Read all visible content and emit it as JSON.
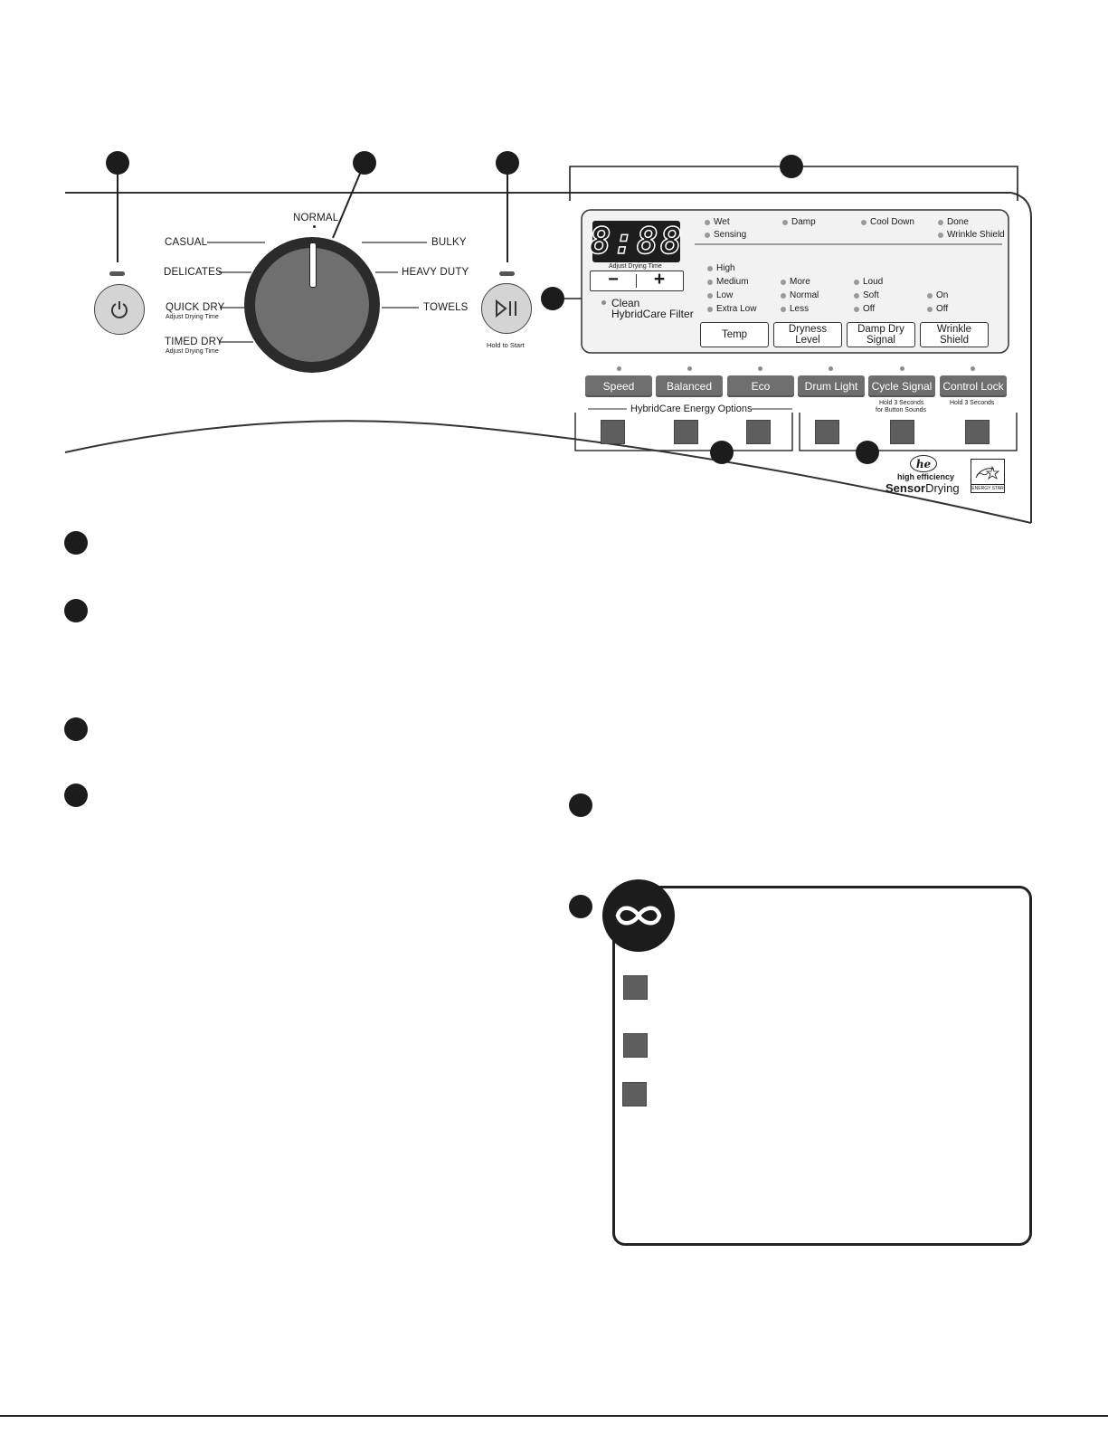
{
  "dial": {
    "normal": "NORMAL",
    "casual": "CASUAL",
    "delicates": "DELICATES",
    "quick_dry": "QUICK DRY",
    "quick_dry_sub": "Adjust Drying Time",
    "timed_dry": "TIMED DRY",
    "timed_dry_sub": "Adjust Drying Time",
    "bulky": "BULKY",
    "heavy_duty": "HEAVY DUTY",
    "towels": "TOWELS"
  },
  "start": {
    "hold_label": "Hold to Start"
  },
  "display": {
    "digits": "8:88",
    "adjust_label": "Adjust Drying Time",
    "minus": "−",
    "plus": "+",
    "clean_filter_line1": "Clean",
    "clean_filter_line2": "HybridCare Filter"
  },
  "status": {
    "wet": "Wet",
    "sensing": "Sensing",
    "damp": "Damp",
    "cool_down": "Cool Down",
    "done": "Done",
    "wrinkle_shield": "Wrinkle Shield"
  },
  "options": {
    "temp": {
      "high": "High",
      "medium": "Medium",
      "low": "Low",
      "extra_low": "Extra Low",
      "label": "Temp"
    },
    "dryness": {
      "more": "More",
      "normal": "Normal",
      "less": "Less",
      "label_1": "Dryness",
      "label_2": "Level"
    },
    "damp_signal": {
      "loud": "Loud",
      "soft": "Soft",
      "off": "Off",
      "label_1": "Damp Dry",
      "label_2": "Signal"
    },
    "wrinkle": {
      "on": "On",
      "off": "Off",
      "label_1": "Wrinkle",
      "label_2": "Shield"
    }
  },
  "energy": {
    "speed": "Speed",
    "balanced": "Balanced",
    "eco": "Eco",
    "group_label": "HybridCare Energy Options"
  },
  "extras": {
    "drum_light": "Drum Light",
    "cycle_signal": "Cycle Signal",
    "cycle_signal_note_1": "Hold 3 Seconds",
    "cycle_signal_note_2": "for Button Sounds",
    "control_lock": "Control Lock",
    "control_lock_note": "Hold 3 Seconds"
  },
  "logos": {
    "he": "he",
    "high_efficiency": "high efficiency",
    "sensor": "Sensor",
    "drying": "Drying",
    "energy_star": "ENERGY STAR"
  },
  "colors": {
    "callout": "#1c1c1c",
    "dial_outer": "#2b2b2b",
    "dial_inner": "#6f6f6f",
    "button_gray": "#6e6e6e",
    "panel_bg": "#f2f2f2"
  }
}
